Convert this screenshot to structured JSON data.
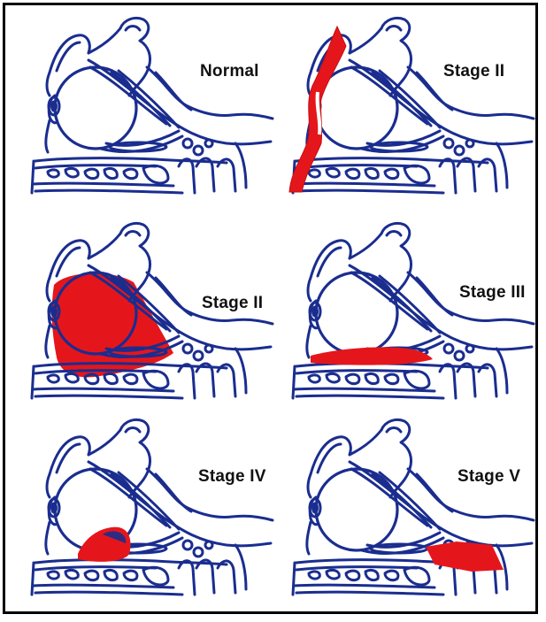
{
  "colors": {
    "outline": "#1a2d8f",
    "lesion": "#e5161b",
    "background": "#ffffff",
    "text": "#111111"
  },
  "panels": [
    {
      "label": "Normal",
      "lesion": "none"
    },
    {
      "label": "Stage II",
      "lesion": "preseptal"
    },
    {
      "label": "Stage II",
      "lesion": "orbital"
    },
    {
      "label": "Stage III",
      "lesion": "subperiosteal"
    },
    {
      "label": "Stage IV",
      "lesion": "orbital-abscess"
    },
    {
      "label": "Stage V",
      "lesion": "cavernous-sinus"
    }
  ]
}
